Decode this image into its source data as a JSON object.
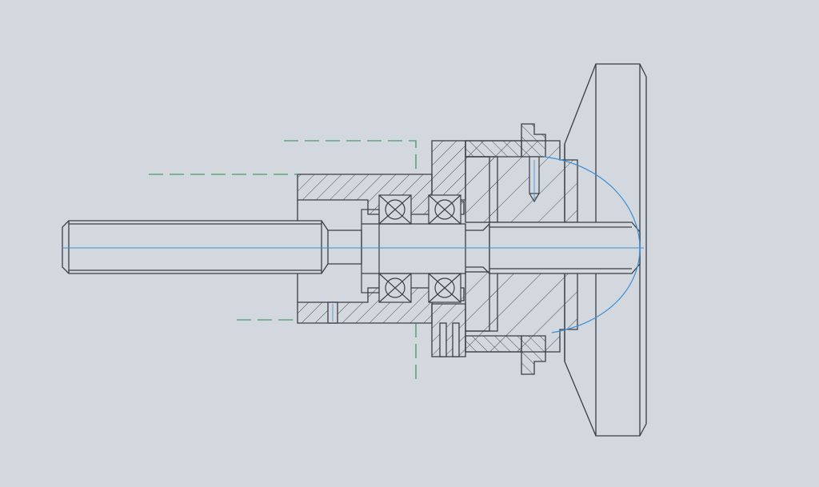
{
  "drawing": {
    "type": "mechanical-section-view",
    "has_text_labels": false,
    "colors": {
      "paper": "#d3d8de",
      "outline": "#3b3f45",
      "hatch": "#4a4f56",
      "centerline": "#3a8fd8",
      "hidden_line": "#2f8a4a",
      "arc": "#3a8fd8"
    },
    "components": [
      "threaded-shaft",
      "bearing-housing",
      "ball-bearing-pair",
      "retaining-cap",
      "flange-hub",
      "set-screw",
      "mounting-plate"
    ]
  }
}
